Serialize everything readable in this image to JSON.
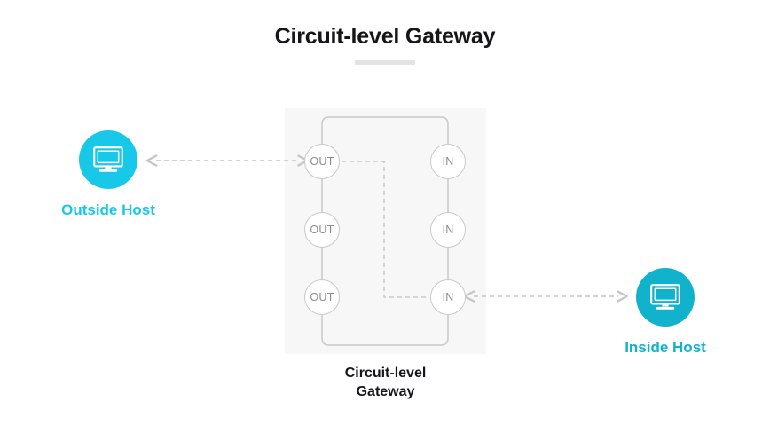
{
  "page": {
    "title": "Circuit-level Gateway",
    "background": "#ffffff"
  },
  "colors": {
    "title_text": "#16161a",
    "title_rule": "#e3e3e3",
    "outside_host_accent": "#18c8e8",
    "inside_host_accent": "#11b3cc",
    "gateway_box_fill": "#f7f7f7",
    "connector_line": "#c9c9c9",
    "port_border": "#c9c9c9",
    "port_text": "#8c8c8c",
    "arrow": "#c6c6c6"
  },
  "hosts": {
    "outside": {
      "label": "Outside Host",
      "icon": "monitor-icon"
    },
    "inside": {
      "label": "Inside Host",
      "icon": "monitor-icon"
    }
  },
  "gateway": {
    "caption_line1": "Circuit-level",
    "caption_line2": "Gateway",
    "out_ports": [
      {
        "label": "OUT"
      },
      {
        "label": "OUT"
      },
      {
        "label": "OUT"
      }
    ],
    "in_ports": [
      {
        "label": "IN"
      },
      {
        "label": "IN"
      },
      {
        "label": "IN"
      }
    ]
  },
  "connections": {
    "outside_link": {
      "from": "outside-host",
      "to": "out-port-1",
      "style": "dashed",
      "arrowheads": "both"
    },
    "inside_link": {
      "from": "in-port-3",
      "to": "inside-host",
      "style": "dashed",
      "arrowheads": "both"
    },
    "circuit_link": {
      "from": "out-port-1",
      "to": "in-port-3",
      "style": "dashed",
      "arrowheads": "none"
    }
  }
}
